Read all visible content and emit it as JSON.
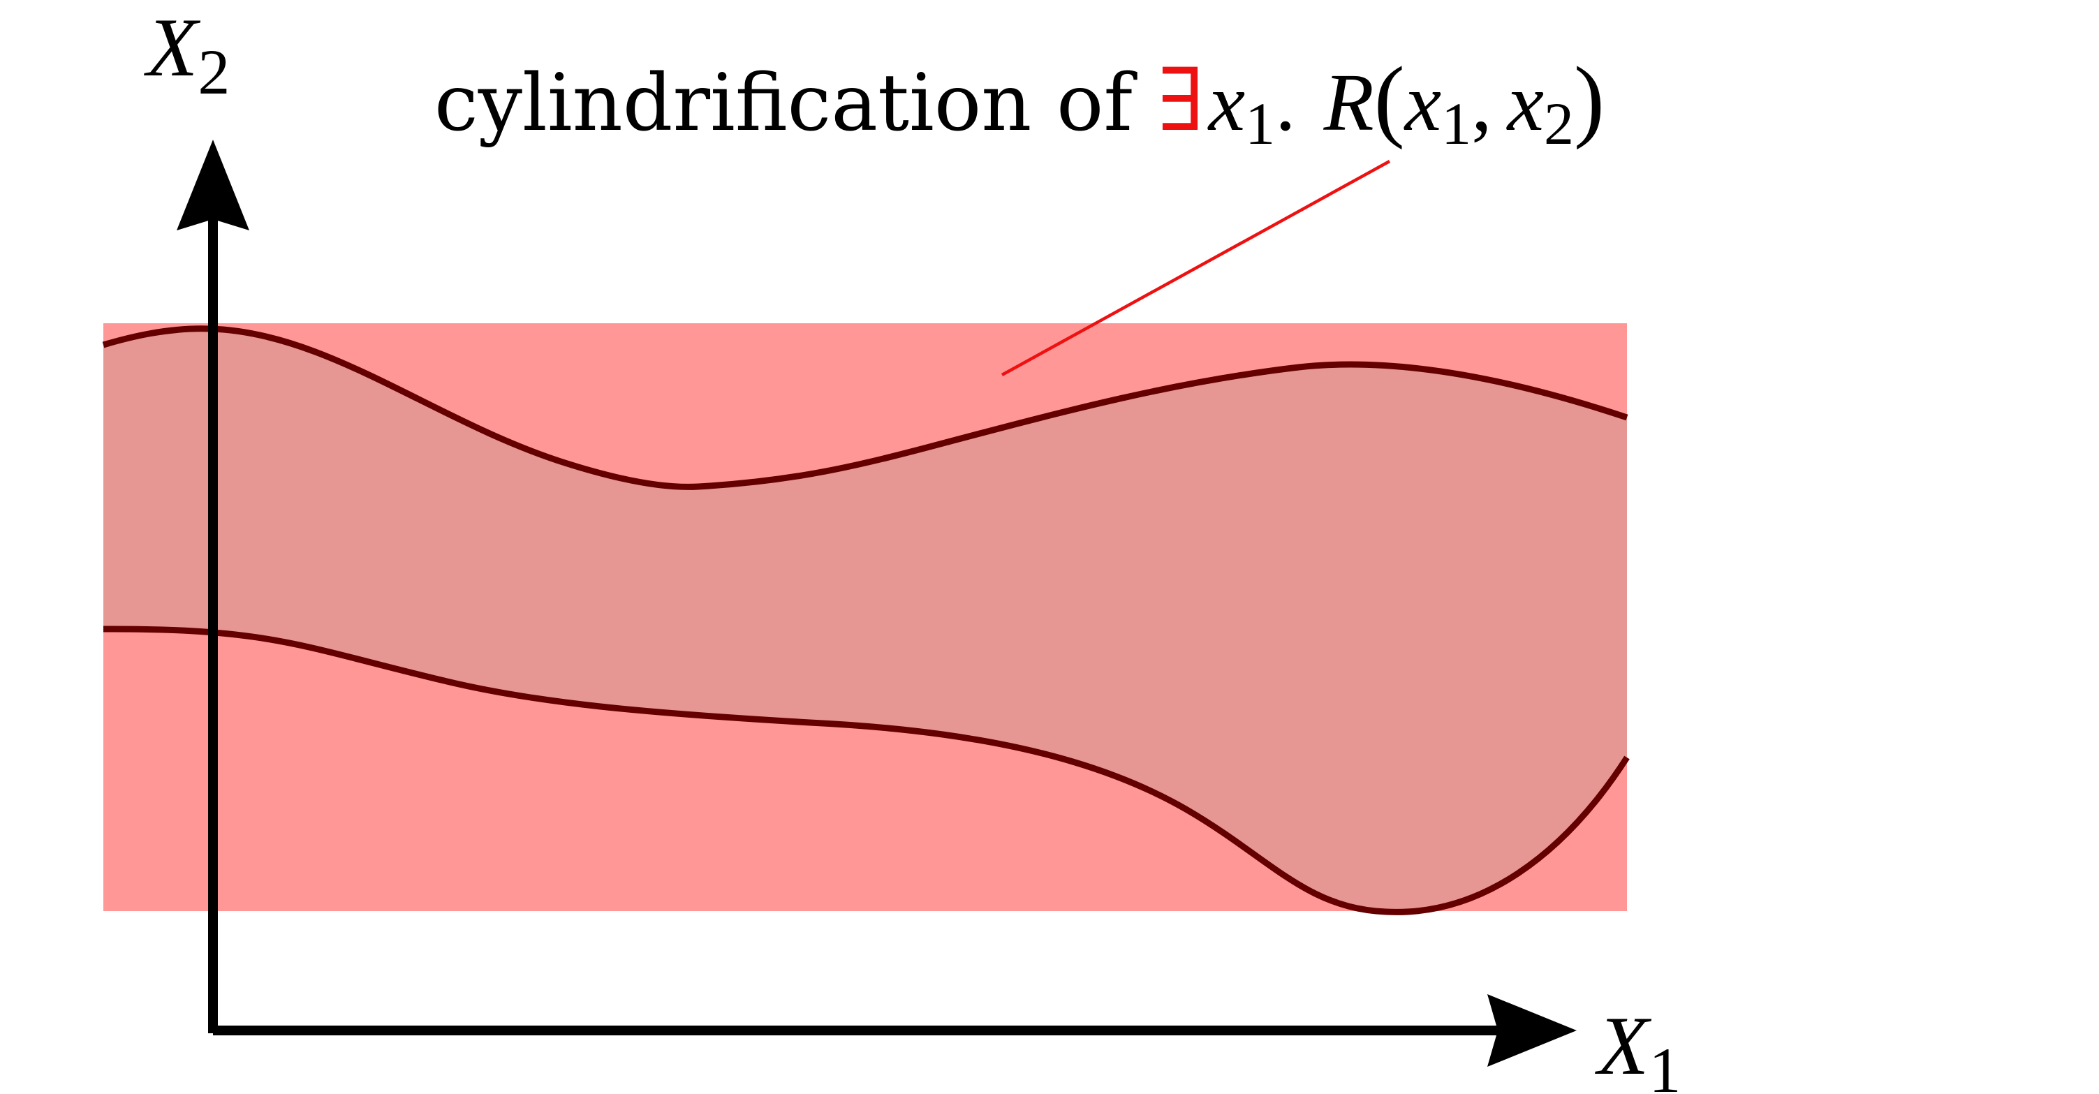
{
  "axes": {
    "x_axis_label": {
      "symbol": "X",
      "subscript": "1"
    },
    "y_axis_label": {
      "symbol": "X",
      "subscript": "2"
    }
  },
  "annotation": {
    "prefix_text": "cylindrification of ",
    "quantifier": "∃",
    "bound_var": "x",
    "bound_sub": "1",
    "dot": ".",
    "relation": "R",
    "open_paren": "(",
    "arg1_var": "x",
    "arg1_sub": "1",
    "comma": ",",
    "arg2_var": "x",
    "arg2_sub": "2",
    "close_paren": ")"
  },
  "colors": {
    "cylinder_fill": "#ff9797",
    "region_fill": "#e69794",
    "region_boundary": "#640000",
    "leader_line": "#ee1111",
    "quantifier_color": "#ee1111",
    "axes": "#000000",
    "text": "#000000"
  }
}
